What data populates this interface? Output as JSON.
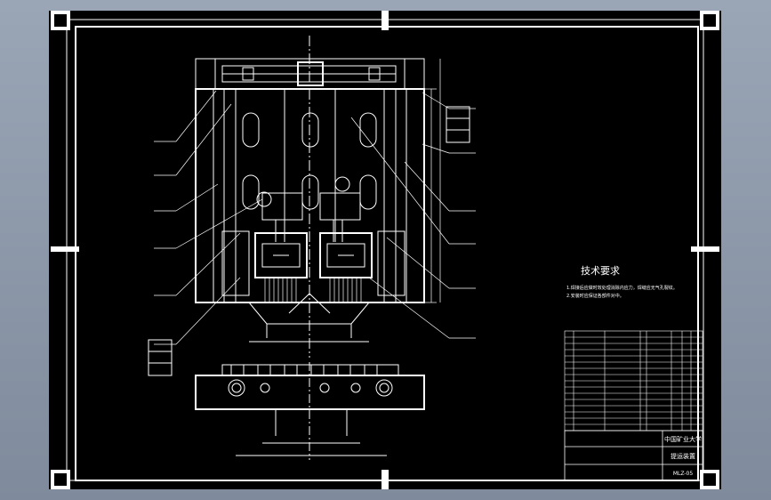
{
  "notes": {
    "heading": "技术要求",
    "line1": "1.焊接后应做时效处理消除内应力，焊缝应无气孔裂纹。",
    "line2": "2.安装时应保证各部件对中。"
  },
  "title_block": {
    "institution": "中国矿业大学",
    "drawing_name": "提运装置",
    "drawing_number": "MLZ-05"
  },
  "colors": {
    "frame_bg": "#8a96a8",
    "paper": "#000000",
    "line": "#ffffff"
  }
}
